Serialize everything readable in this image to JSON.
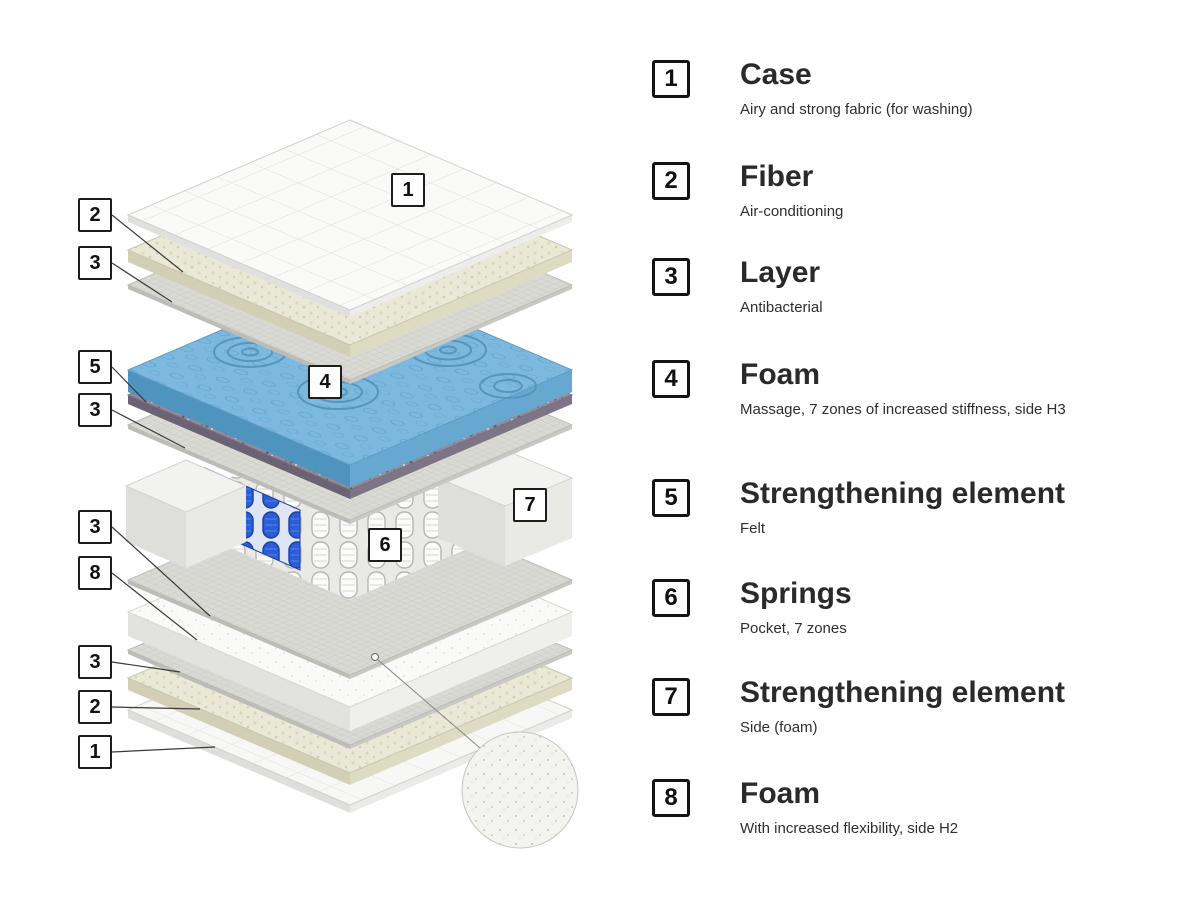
{
  "legend": {
    "items": [
      {
        "num": "1",
        "title": "Case",
        "desc": "Airy and strong fabric (for washing)"
      },
      {
        "num": "2",
        "title": "Fiber",
        "desc": "Air-conditioning"
      },
      {
        "num": "3",
        "title": "Layer",
        "desc": "Antibacterial"
      },
      {
        "num": "4",
        "title": "Foam",
        "desc": "Massage, 7 zones of increased stiffness, side H3"
      },
      {
        "num": "5",
        "title": "Strengthening element",
        "desc": "Felt"
      },
      {
        "num": "6",
        "title": "Springs",
        "desc": "Pocket, 7 zones"
      },
      {
        "num": "7",
        "title": "Strengthening element",
        "desc": "Side (foam)"
      },
      {
        "num": "8",
        "title": "Foam",
        "desc": "With increased flexibility, side H2"
      }
    ]
  },
  "diagram": {
    "left_callouts": [
      {
        "num": "2"
      },
      {
        "num": "3"
      },
      {
        "num": "5"
      },
      {
        "num": "3"
      },
      {
        "num": "3"
      },
      {
        "num": "8"
      },
      {
        "num": "3"
      },
      {
        "num": "2"
      },
      {
        "num": "1"
      }
    ],
    "layer_labels": [
      {
        "num": "1"
      },
      {
        "num": "4"
      },
      {
        "num": "7"
      },
      {
        "num": "6"
      }
    ]
  }
}
